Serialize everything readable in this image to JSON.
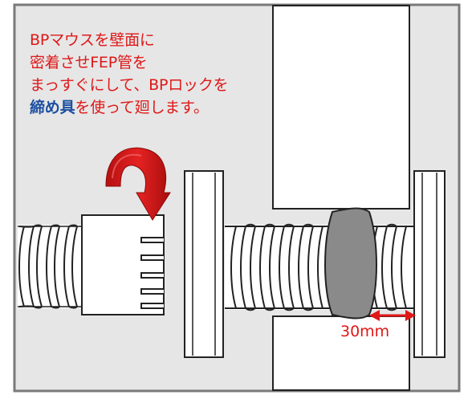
{
  "instruction": {
    "line1": "BPマウスを壁面に",
    "line2": "密着させFEP管を",
    "line3": "まっすぐにして、BPロックを",
    "line4_emphasis": "締め具",
    "line4_rest": "を使って廻します。"
  },
  "dimension": {
    "label": "30mm"
  },
  "colors": {
    "text_red": "#e01818",
    "text_blue": "#1c4fa0",
    "arrow_red": "#d41a1a",
    "background": "#e6e6e6",
    "frame": "#7a7a7a",
    "seal_gray": "#8a8a8a"
  },
  "icons": {
    "rotation_arrow": "curved-down-arrow-icon",
    "dimension_arrow": "double-headed-arrow-icon"
  }
}
